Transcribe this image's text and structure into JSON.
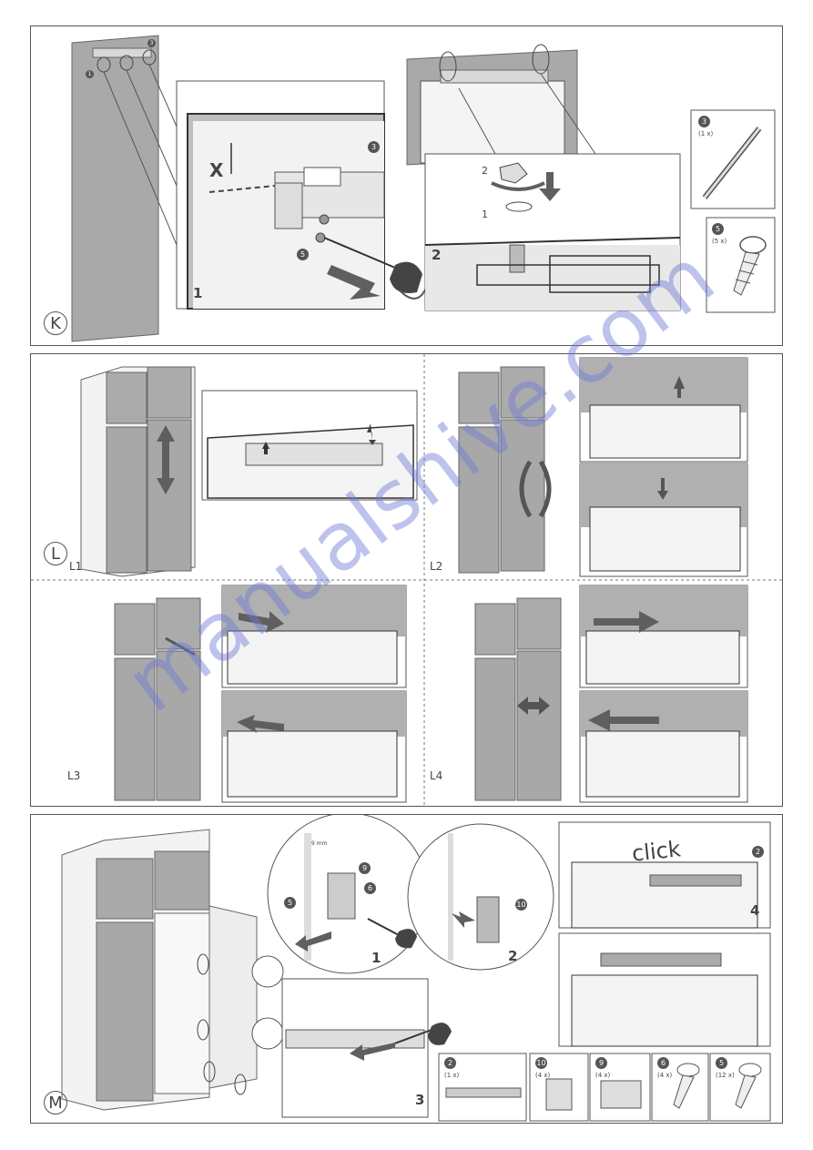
{
  "sections": {
    "K": {
      "letter": "K",
      "main_steps": [
        "1",
        "2"
      ],
      "x_label": "X",
      "nut_steps": [
        "2",
        "1"
      ],
      "badges": {
        "bracket": "3",
        "screw": "5",
        "badge_1": "1",
        "badge_3": "3"
      },
      "parts": [
        {
          "num": "3",
          "qty": "(1 x)"
        },
        {
          "num": "5",
          "qty": "(5 x)"
        }
      ]
    },
    "L": {
      "letter": "L",
      "substeps": [
        "L1",
        "L2",
        "L3",
        "L4"
      ]
    },
    "M": {
      "letter": "M",
      "steps": [
        "1",
        "2",
        "3",
        "4"
      ],
      "mm_label": "9 mm",
      "click_text": "click",
      "badges": {
        "b9": "9",
        "b6": "6",
        "b5": "5",
        "b10": "10",
        "b2": "2"
      },
      "parts": [
        {
          "num": "2",
          "qty": "(1 x)"
        },
        {
          "num": "10",
          "qty": "(4 x)"
        },
        {
          "num": "9",
          "qty": "(4 x)"
        },
        {
          "num": "6",
          "qty": "(4 x)"
        },
        {
          "num": "5",
          "qty": "(12 x)"
        }
      ]
    }
  },
  "watermark": "manualshive.com",
  "colors": {
    "panel_gray": "#a8a8a8",
    "dark_gray": "#555555",
    "arrow": "#5f5f5f",
    "watermark": "#6f7bd6"
  }
}
